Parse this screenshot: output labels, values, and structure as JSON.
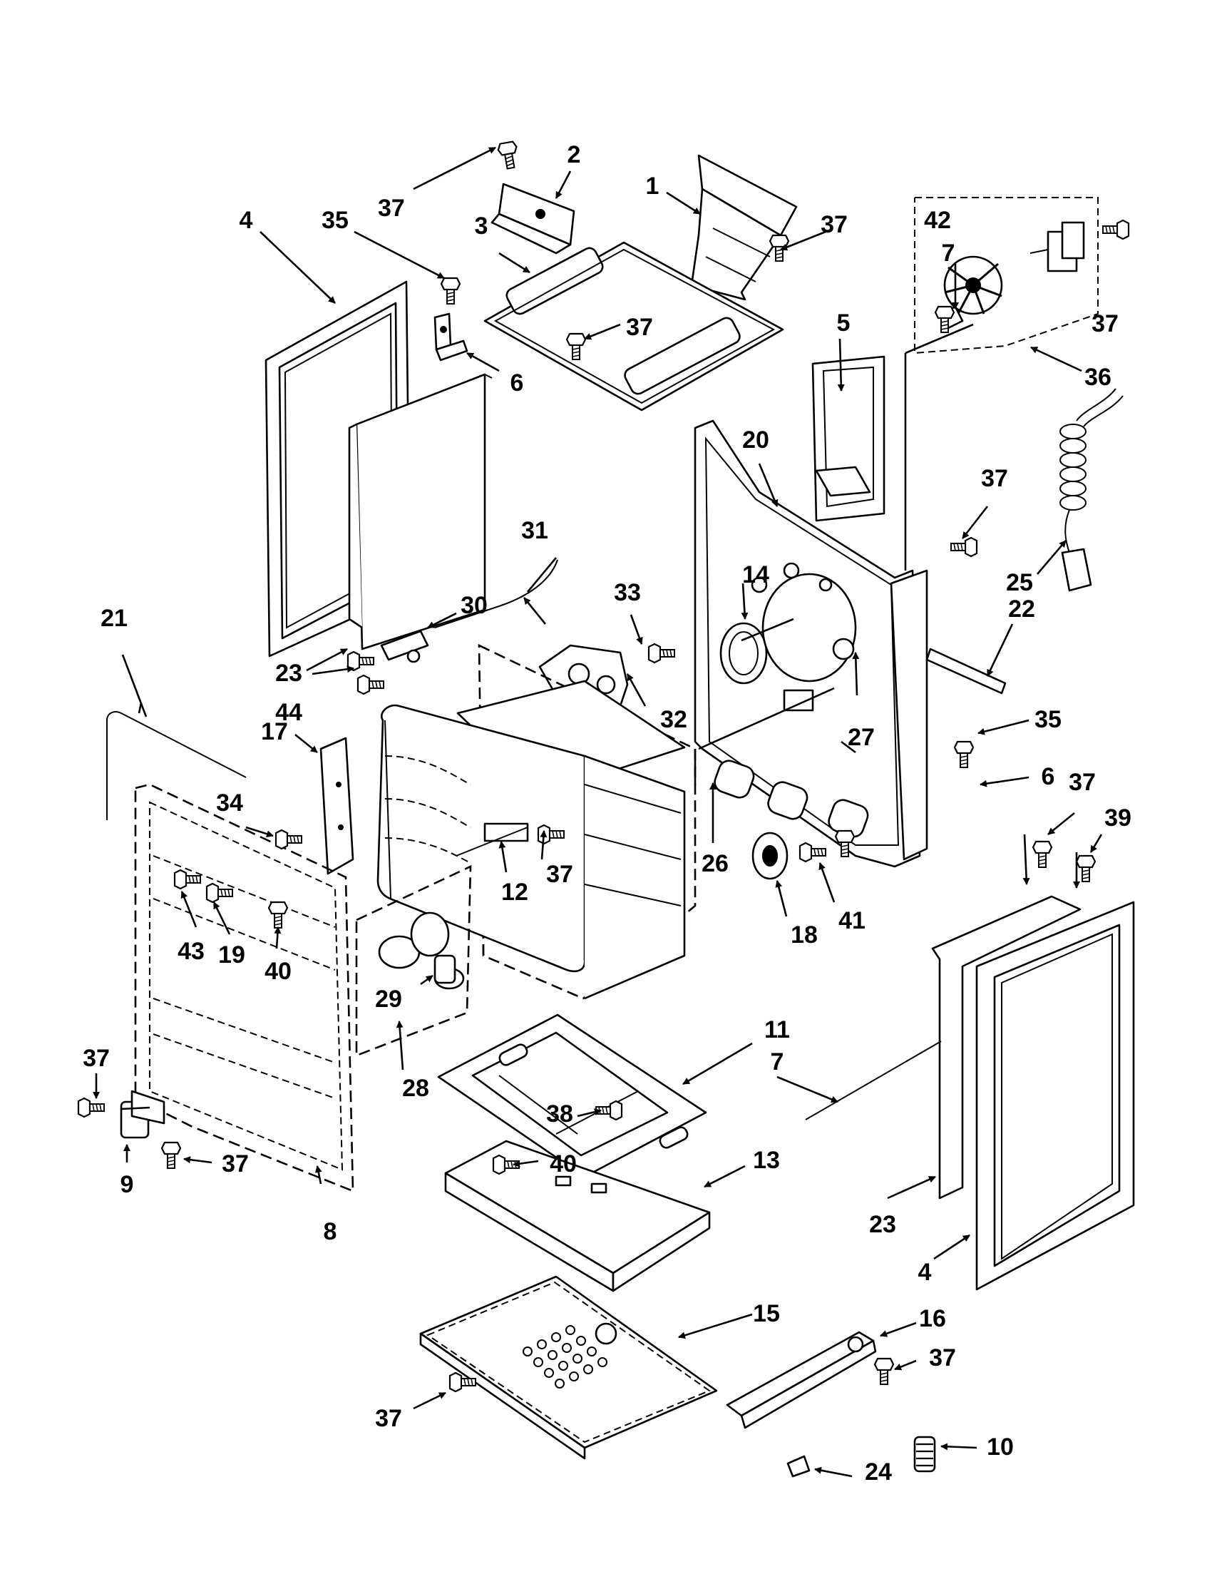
{
  "callouts": {
    "c1": "1",
    "c2": "2",
    "c3": "3",
    "c4a": "4",
    "c4b": "4",
    "c5": "5",
    "c6a": "6",
    "c6b": "6",
    "c7a": "7",
    "c7b": "7",
    "c8": "8",
    "c9": "9",
    "c10": "10",
    "c11": "11",
    "c12": "12",
    "c13": "13",
    "c14": "14",
    "c15": "15",
    "c16": "16",
    "c17": "17",
    "c18": "18",
    "c19": "19",
    "c20": "20",
    "c21": "21",
    "c22": "22",
    "c23a": "23",
    "c23b": "23",
    "c24": "24",
    "c25": "25",
    "c26": "26",
    "c27": "27",
    "c28": "28",
    "c29": "29",
    "c30": "30",
    "c31": "31",
    "c32": "32",
    "c33": "33",
    "c34": "34",
    "c35a": "35",
    "c35b": "35",
    "c36": "36",
    "c37a": "37",
    "c37b": "37",
    "c37c": "37",
    "c37d": "37",
    "c37e": "37",
    "c37f": "37",
    "c37g": "37",
    "c37h": "37",
    "c37i": "37",
    "c37j": "37",
    "c37k": "37",
    "c38": "38",
    "c39": "39",
    "c40a": "40",
    "c40b": "40",
    "c41": "41",
    "c42": "42",
    "c43": "43",
    "c44": "44"
  }
}
